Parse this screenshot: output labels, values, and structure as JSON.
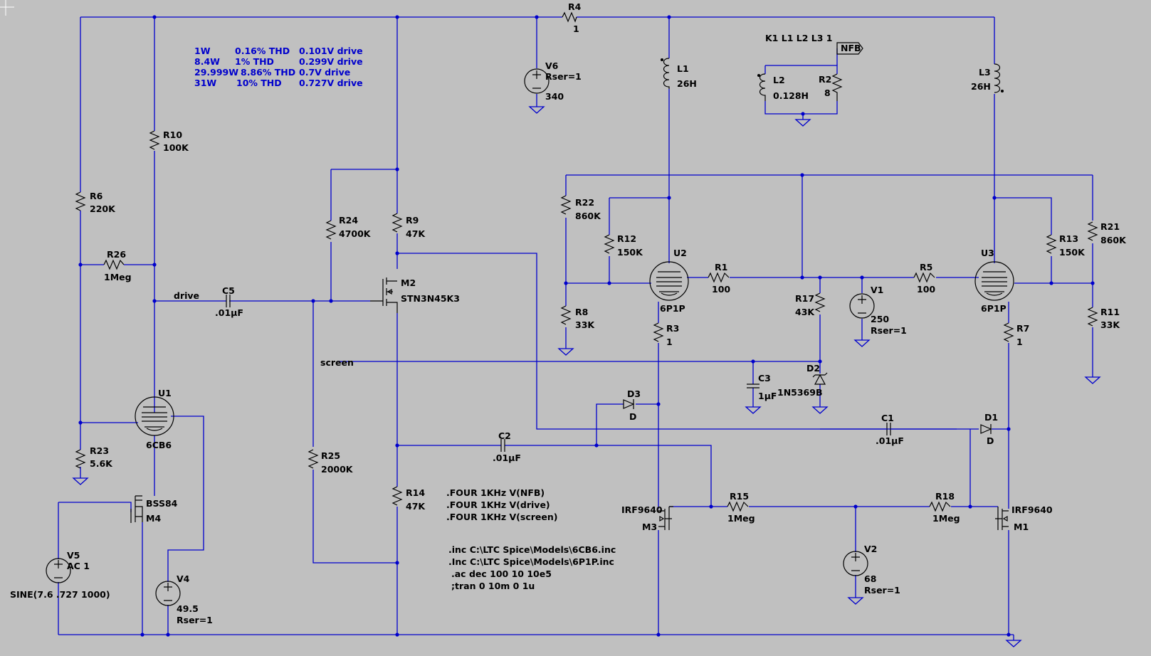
{
  "labels": {
    "R4": "R4",
    "R4v": "1",
    "R10": "R10",
    "R10v": "100K",
    "R6": "R6",
    "R6v": "220K",
    "R26": "R26",
    "R26v": "1Meg",
    "R23": "R23",
    "R23v": "5.6K",
    "R24": "R24",
    "R24v": "4700K",
    "R9": "R9",
    "R9v": "47K",
    "R25": "R25",
    "R25v": "2000K",
    "R14": "R14",
    "R14v": "47K",
    "R22": "R22",
    "R22v": "860K",
    "R12": "R12",
    "R12v": "150K",
    "R8": "R8",
    "R8v": "33K",
    "R1": "R1",
    "R1v": "100",
    "R17": "R17",
    "R17v": "43K",
    "R5": "R5",
    "R5v": "100",
    "R13": "R13",
    "R13v": "150K",
    "R21": "R21",
    "R21v": "860K",
    "R11": "R11",
    "R11v": "33K",
    "R3": "R3",
    "R3v": "1",
    "R7": "R7",
    "R7v": "1",
    "R15": "R15",
    "R15v": "1Meg",
    "R18": "R18",
    "R18v": "1Meg",
    "R2": "R2",
    "R2v": "8",
    "L1": "L1",
    "L1v": "26H",
    "L2": "L2",
    "L2v": "0.128H",
    "L3": "L3",
    "L3v": "26H",
    "C5": "C5",
    "C5v": ".01µF",
    "C2": "C2",
    "C2v": ".01µF",
    "C1": "C1",
    "C1v": ".01µF",
    "C3": "C3",
    "C3v": "1µF",
    "V6": "V6",
    "V6r": "Rser=1",
    "V6v": "340",
    "V1": "V1",
    "V1v": "250",
    "V1r": "Rser=1",
    "V2": "V2",
    "V2v": "68",
    "V2r": "Rser=1",
    "V4": "V4",
    "V4v": "49.5",
    "V4r": "Rser=1",
    "V5": "V5",
    "V5ac": "AC 1",
    "V5sine": "SINE(7.6 .727 1000)",
    "U1": "U1",
    "U1t": "6CB6",
    "U2": "U2",
    "U2t": "6P1P",
    "U3": "U3",
    "U3t": "6P1P",
    "M2": "M2",
    "M2t": "STN3N45K3",
    "M4": "M4",
    "M4t": "BSS84",
    "M3": "M3",
    "M3t": "IRF9640",
    "M1": "M1",
    "M1t": "IRF9640",
    "D1": "D1",
    "D1t": "D",
    "D2": "D2",
    "D2t": "1N5369B",
    "D3": "D3",
    "D3t": "D",
    "net_drive": "drive",
    "net_screen": "screen",
    "net_nfb": "NFB",
    "kdir": "K1 L1 L2 L3 1"
  },
  "results": [
    {
      "power": "1W",
      "thd": "0.16% THD",
      "drive": "0.101V drive"
    },
    {
      "power": "8.4W",
      "thd": "1% THD",
      "drive": "0.299V drive"
    },
    {
      "power": "29.999W",
      "thd": "8.86% THD",
      "drive": "0.7V drive"
    },
    {
      "power": "31W",
      "thd": "10% THD",
      "drive": "0.727V drive"
    }
  ],
  "directives": [
    ".FOUR 1KHz V(NFB)",
    ".FOUR 1KHz V(drive)",
    ".FOUR 1KHz V(screen)",
    ".inc C:\\LTC Spice\\Models\\6CB6.inc",
    ".Inc C:\\LTC Spice\\Models\\6P1P.inc",
    ".ac dec 100 10 10e5",
    ";tran 0 10m 0 1u"
  ],
  "colors": {
    "background": "#c0c0c0",
    "wire": "#0000cc",
    "component": "#000000"
  }
}
